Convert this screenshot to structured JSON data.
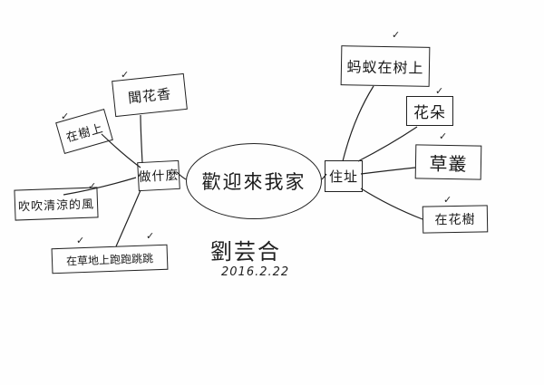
{
  "mindmap": {
    "center": {
      "label": "歡迎來我家"
    },
    "left_hub": {
      "label": "做什麼",
      "children": [
        {
          "label": "聞花香",
          "checked": true
        },
        {
          "label": "在樹上",
          "checked": true
        },
        {
          "label": "吹吹清涼的風",
          "checked": true
        },
        {
          "label": "在草地上跑跑跳跳",
          "checked": true
        }
      ]
    },
    "right_hub": {
      "label": "住址",
      "children": [
        {
          "label": "蚂蚁在树上",
          "checked": true
        },
        {
          "label": "花朵",
          "checked": true
        },
        {
          "label": "草叢",
          "checked": true
        },
        {
          "label": "在花樹",
          "checked": true
        }
      ]
    },
    "check_mark": "✓"
  },
  "signature": {
    "name": "劉芸合",
    "date": "2016.2.22"
  }
}
